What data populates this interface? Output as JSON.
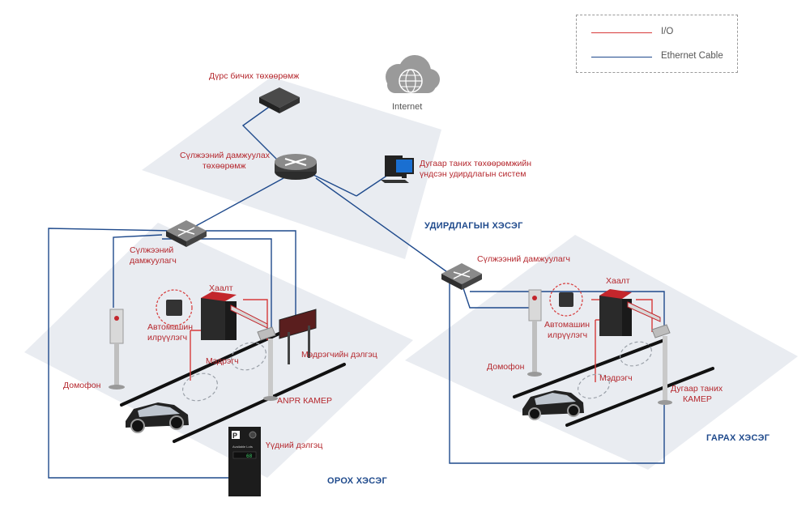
{
  "legend": {
    "io": {
      "label": "I/O",
      "color": "#d73a3a"
    },
    "ethernet": {
      "label": "Ethernet Cable",
      "color": "#1f4a8c"
    }
  },
  "cloud": {
    "label": "Internet"
  },
  "labels": {
    "recorder": "Дүрс бичих төхөөрөмж",
    "core_switch_line1": "Сүлжээний дамжуулах",
    "core_switch_line2": "төхөөрөмж",
    "pc_line1": "Дугаар таних төхөөрөмжийн",
    "pc_line2": "үндсэн удирдлагын систем",
    "left_switch_line1": "Сүлжээний",
    "left_switch_line2": "дамжуулагч",
    "right_switch": "Сүлжээний дамжуулагч",
    "barrier_left": "Хаалт",
    "barrier_right": "Хаалт",
    "reader_left_line1": "Автомашин",
    "reader_left_line2": "илрүүлэгч",
    "reader_right_line1": "Автомашин",
    "reader_right_line2": "илрүүлэгч",
    "sensor_left": "Мэдрэгч",
    "sensor_right": "Мэдрэгч",
    "sensor_display": "Мэдрэгчийн дэлгэц",
    "intercom_left": "Домофон",
    "intercom_right": "Домофон",
    "anpr": "ANPR КАМЕР",
    "plate_cam_line1": "Дугаар таних",
    "plate_cam_line2": "КАМЕР",
    "door_display": "Үүдний дэлгэц"
  },
  "zones": {
    "control": "УДИРДЛАГЫН ХЭСЭГ",
    "entry": "ОРОХ ХЭСЭГ",
    "exit": "ГАРАХ ХЭСЭГ"
  },
  "entrance_display": {
    "logo": "P",
    "line": "Available Lots",
    "count": "68"
  }
}
